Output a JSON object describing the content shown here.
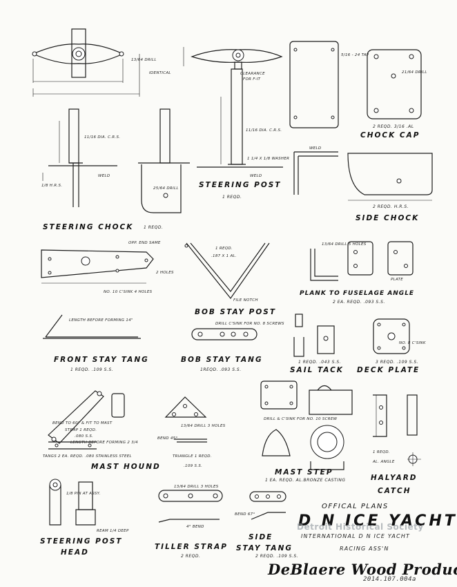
{
  "parts": {
    "steering_chock": {
      "title": "STEERING  CHOCK",
      "req": "1 REQD."
    },
    "steering_post": {
      "title": "STEERING  POST",
      "req": "1 REQD."
    },
    "chock_cap": {
      "title": "CHOCK CAP",
      "req": "2 REQD.  3/16  .AL"
    },
    "side_chock": {
      "title": "SIDE   CHOCK",
      "req": "2 REQD.  H.R.S."
    },
    "front_stay_tang": {
      "title": "FRONT STAY TANG",
      "req": "1 REQD.  .109 S.S."
    },
    "bob_stay_post": {
      "title": "BOB STAY POST"
    },
    "bob_stay_tang": {
      "title": "BOB  STAY TANG",
      "req": "1REQD.  .093  S.S."
    },
    "plank_angle": {
      "title": "PLANK TO FUSELAGE  ANGLE",
      "req": "2 EA. REQD.  .093 S.S."
    },
    "sail_tack": {
      "title": "SAIL TACK",
      "req": "1 REQD. .043 S.S."
    },
    "deck_plate": {
      "title": "DECK PLATE",
      "req": "3 REQD.  .109 S.S."
    },
    "mast_hound": {
      "title": "MAST  HOUND"
    },
    "mast_step": {
      "title": "MAST  STEP",
      "req": "1 EA. REQD.  AL.BRONZE  CASTING"
    },
    "halyard_catch": {
      "title_1": "HALYARD",
      "title_2": "CATCH"
    },
    "steering_post_head": {
      "title_1": "STEERING POST",
      "title_2": "HEAD"
    },
    "tiller_strap": {
      "title": "TILLER STRAP",
      "req": "2 REQD."
    },
    "side_stay_tang": {
      "title_1": "SIDE",
      "title_2": "STAY TANG",
      "req": "2 REQD.  .109 S.S."
    }
  },
  "notes": {
    "idental": "IDENTICAL",
    "clearance": "CLEARANCE",
    "for_fit": "FOR  F-IT",
    "dia_crs_1": "11/16  DIA. C.R.S.",
    "dia_crs_2": "11/16  DIA. C.R.S.",
    "washer": "1 1/4 X 1/8  WASHER",
    "weld_1": "WELD",
    "weld_2": "WELD",
    "weld_3": "WELD",
    "hrs": "1/8  H.R.S.",
    "drill_1": "13/64  DRILL",
    "drill_2": "25/64  DRILL",
    "tap": "5/16 - 24  TAP",
    "drill_3": "21/64  DRILL",
    "opp_end": "OPP. END  SAME",
    "two_holes": "2 HOLES",
    "csink": "NO. 10  C'SINK  4 HOLES",
    "length_forming": "LENGTH BEFORE  FORMING  14\"",
    "bob_req": "1 REQD.",
    "bob_dim": ".187  X  1  AL.",
    "file_notch": "FILE NOTCH",
    "drill_csink": "DRILL  C'SINK  FOR NO. 8  SCREWS",
    "plank_holes": "13/64  DRILL  5 HOLES",
    "plate": "PLATE",
    "deck_csink": "NO. 8  C'SINK",
    "bend_60": "BEND TO 60°  & FIT TO MAST",
    "strap_req": "STRAP  1 REQD.",
    "ss_080": ".080  S.S.",
    "length_before": "LENGTH  BEFORE  FORMING  2 3/4",
    "tangs": "TANGS  2 EA. REQD.  .080  STAINLESS STEEL",
    "triangle": "TRIANGLE  1 REQD.",
    "triangle_ss": ".109  S.S.",
    "drill_3holes": "13/64  DRILL 3 HOLES",
    "bend_45": "BEND 45°",
    "drill_csink_10": "DRILL  &  C'SINK FOR  NO. 10  SCREW",
    "al_angle": "AL. ANGLE",
    "al_req": "1 REQD.",
    "pin": "1/8  PIN  AT ASSY.",
    "ream": "REAM  1/4 DEEP",
    "tiller_drill": "13/64  DRILL 3 HOLES",
    "bend_4": "4° BEND",
    "bend_67": "BEND  67°"
  },
  "footer": {
    "plans": "OFFICAL  PLANS",
    "yacht": "D N  ICE  YACHT",
    "assn_1": "INTERNATIONAL  D N  ICE  YACHT",
    "assn_2": "RACING  ASS'N",
    "brand": "DeBlaere  Wood  Products",
    "catalog": "2014.107.004a",
    "watermark": "Detroit Historical Society"
  }
}
